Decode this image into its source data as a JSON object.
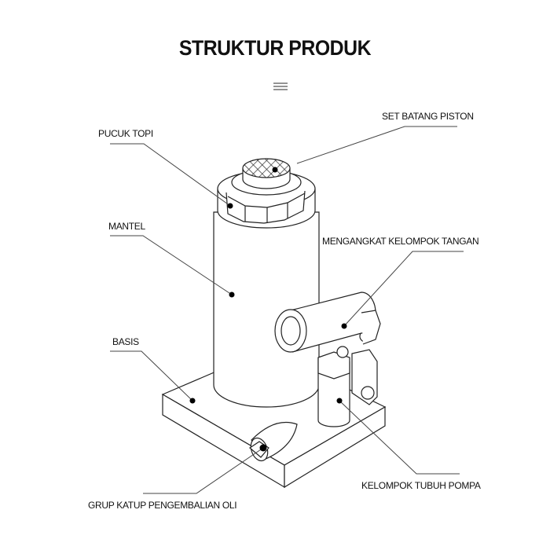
{
  "title": "STRUKTUR PRODUK",
  "labels": {
    "piston_rod": "SET BATANG PISTON",
    "top_cap": "PUCUK TOPI",
    "mantle": "MANTEL",
    "lift_handle": "MENGANGKAT KELOMPOK TANGAN",
    "base": "BASIS",
    "pump_body": "KELOMPOK TUBUH POMPA",
    "oil_return_valve": "GRUP KATUP PENGEMBALIAN OLI"
  }
}
